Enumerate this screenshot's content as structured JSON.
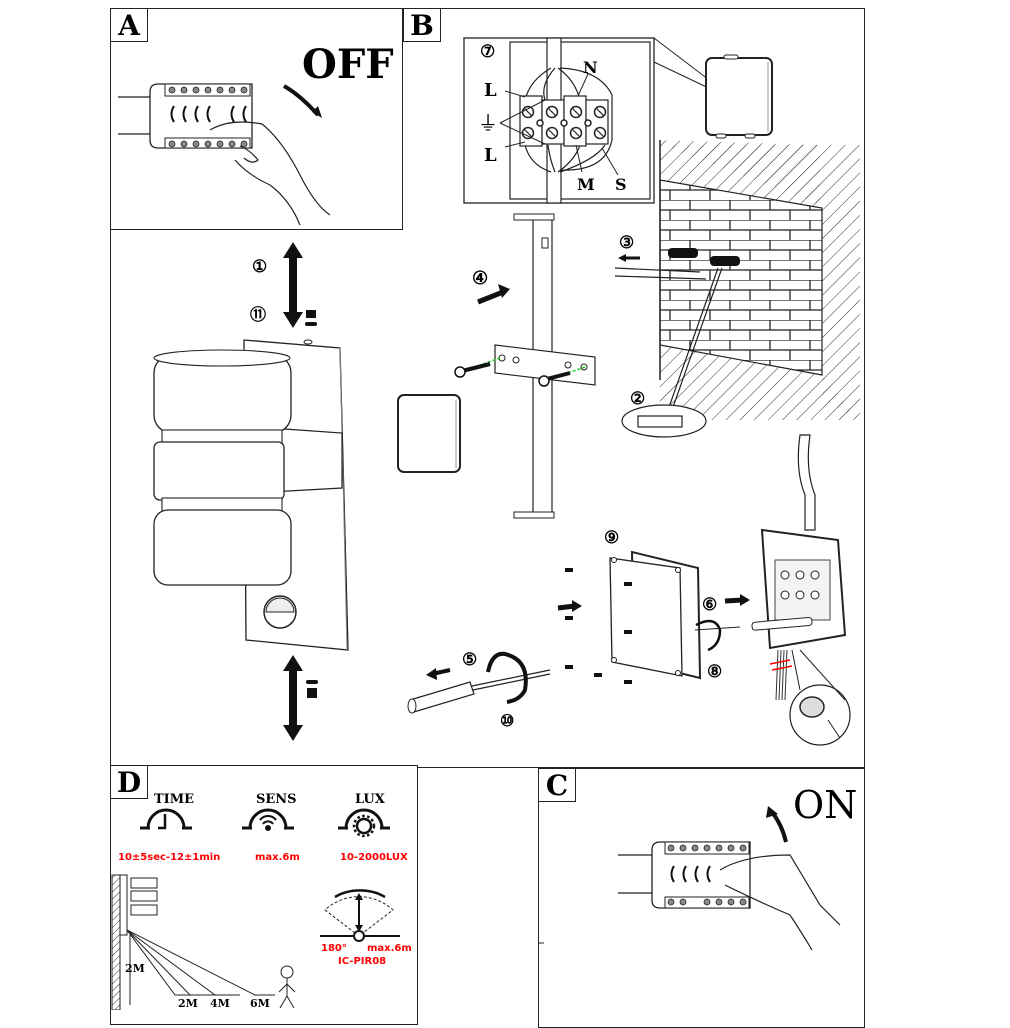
{
  "panels": {
    "a": {
      "letter": "A",
      "action_label": "OFF"
    },
    "b": {
      "letter": "B",
      "wiring_inset": {
        "step": "⑦",
        "terminal_labels": {
          "live_top": "L",
          "live_bottom": "L",
          "neutral": "N",
          "earth": "⏚",
          "m": "M",
          "s": "S"
        }
      },
      "steps": {
        "remove_cover": "①",
        "drill": "②",
        "plug": "③",
        "mount_bracket": "④",
        "screwdriver": "⑤",
        "connect": "⑥",
        "seal": "⑧",
        "cover_plate": "⑨",
        "tighten": "⑩",
        "top_screw": "⑪"
      }
    },
    "c": {
      "letter": "C",
      "action_label": "ON"
    },
    "d": {
      "letter": "D",
      "settings": [
        {
          "name": "TIME",
          "icon": "timer-dial-icon",
          "value": "10±5sec-12±1min"
        },
        {
          "name": "SENS",
          "icon": "sensitivity-dial-icon",
          "value": "max.6m"
        },
        {
          "name": "LUX",
          "icon": "lux-dial-icon",
          "value": "10-2000LUX"
        }
      ],
      "detection": {
        "angle": "180°",
        "range": "max.6m",
        "model": "IC-PIR08"
      },
      "distances": {
        "height": "2M",
        "d1": "2M",
        "d2": "4M",
        "d3": "6M"
      }
    }
  },
  "colors": {
    "line": "#222222",
    "accent_red": "#ff0000",
    "guide_green": "#22cc22"
  }
}
